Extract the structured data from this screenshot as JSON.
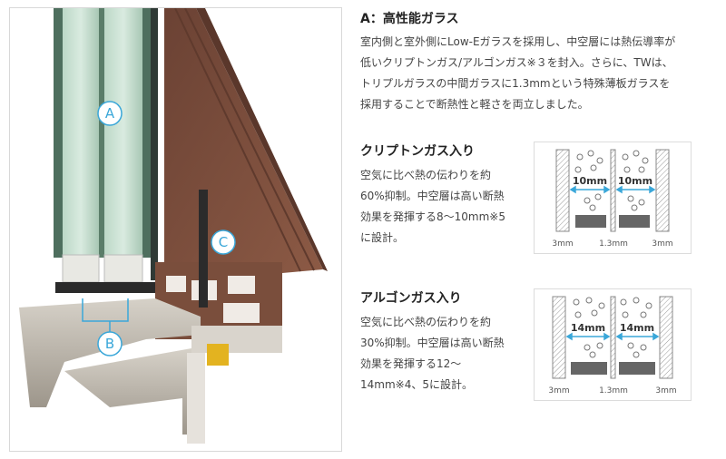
{
  "photo": {
    "markers": [
      "A",
      "B",
      "C"
    ]
  },
  "section_a": {
    "title": "A：高性能ガラス",
    "lines": [
      "室内側と室外側にLow-Eガラスを採用し、中空層には熱伝導率が",
      "低いクリプトンガス/アルゴンガス※３を封入。さらに、TWは、",
      "トリプルガラスの中間ガラスに1.3mmという特殊薄板ガラスを",
      "採用することで断熱性と軽さを両立しました。"
    ]
  },
  "krypton": {
    "title": "クリプトンガス入り",
    "lines": [
      "空気に比べ熱の伝わりを約",
      "60%抑制。中空層は高い断熱",
      "効果を発揮する8〜10mm※5",
      "に設計。"
    ],
    "diagram": {
      "gap_labels": [
        "10mm",
        "10mm"
      ],
      "bottom_labels": [
        "3mm",
        "1.3mm",
        "3mm"
      ]
    }
  },
  "argon": {
    "title": "アルゴンガス入り",
    "lines": [
      "空気に比べ熱の伝わりを約",
      "30%抑制。中空層は高い断熱",
      "効果を発揮する12〜",
      "14mm※4、5に設計。"
    ],
    "diagram": {
      "gap_labels": [
        "14mm",
        "14mm"
      ],
      "bottom_labels": [
        "3mm",
        "1.3mm",
        "3mm"
      ]
    }
  },
  "colors": {
    "accent": "#3aa7d9",
    "wood": "#7a4e3c",
    "glass": "#a9c9b7",
    "frame_metal": "#b9b3aa"
  }
}
